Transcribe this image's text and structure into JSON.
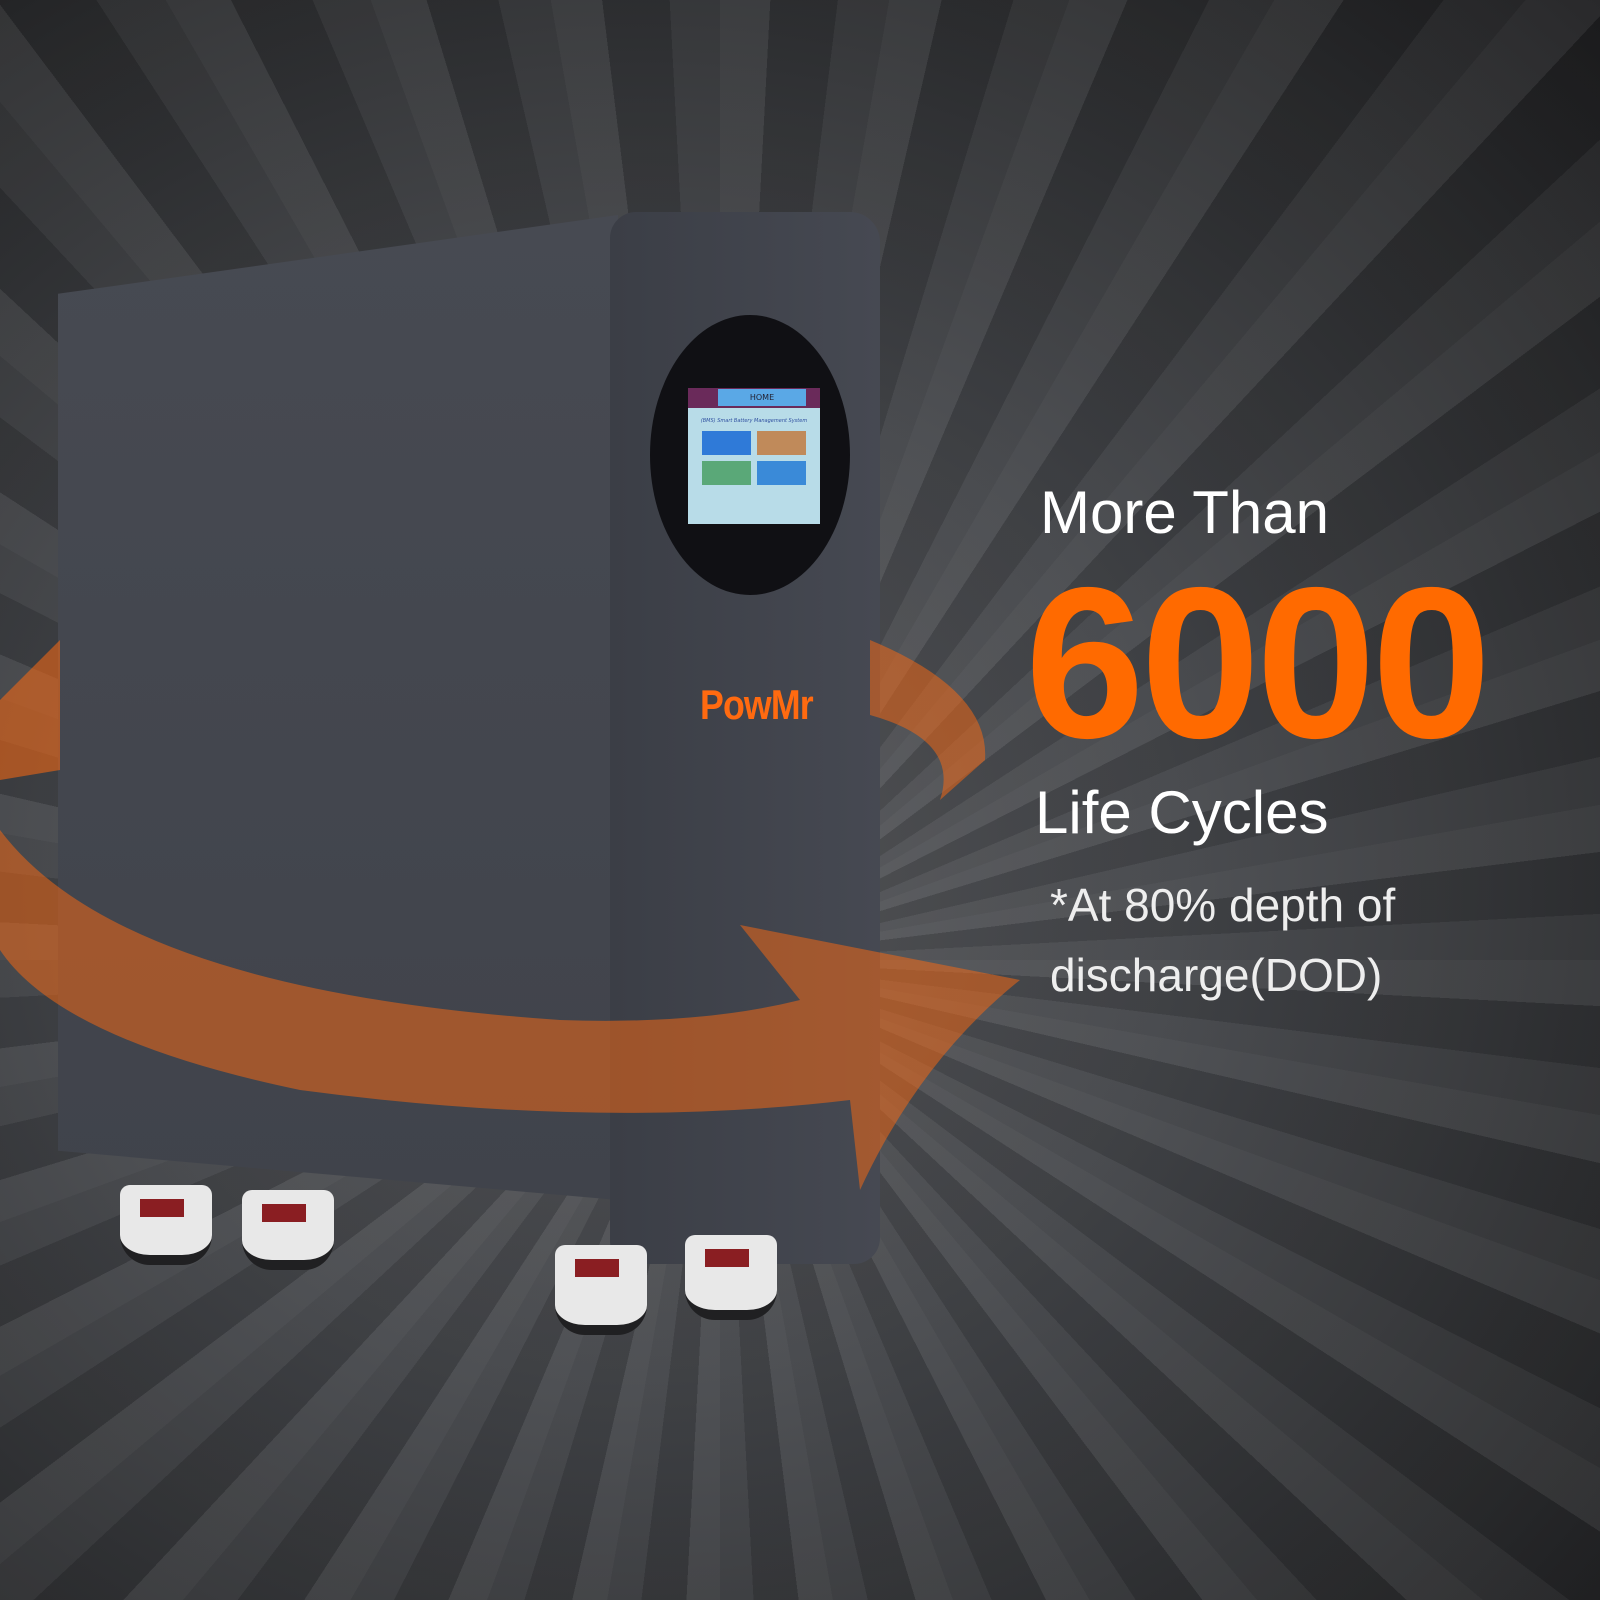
{
  "product": {
    "brand_logo": "PowMr",
    "screen": {
      "header": "HOME",
      "title": "(BMS) Smart Battery Management System"
    }
  },
  "headline": {
    "prefix": "More Than",
    "number": "6000",
    "suffix": "Life Cycles",
    "footnote": "*At 80% depth of discharge(DOD)"
  },
  "colors": {
    "accent": "#ff6a00",
    "background": "#45474b"
  }
}
